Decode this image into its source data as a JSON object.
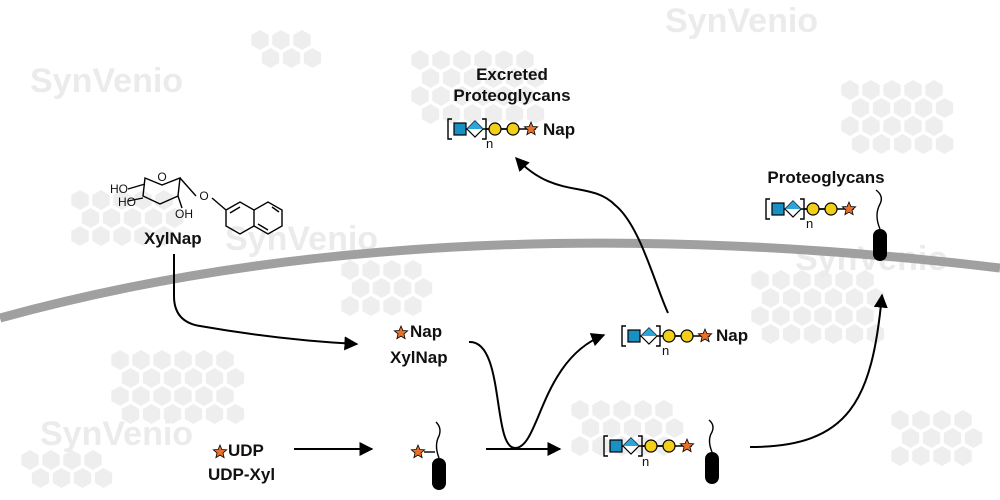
{
  "watermark": "SynVenio",
  "labels": {
    "excreted_line1": "Excreted",
    "excreted_line2": "Proteoglycans",
    "proteoglycans": "Proteoglycans",
    "xylnap_outside": "XylNap",
    "xylnap_inside": "XylNap",
    "udp_xyl": "UDP-Xyl",
    "nap": "Nap",
    "udp": "UDP",
    "repeat_n": "n"
  },
  "chemistry": {
    "ho": "HO",
    "oh": "OH",
    "o": "O"
  },
  "colors": {
    "membrane": "#a0a0a0",
    "glcnac_square": "#1a8fc1",
    "glca_diamond": "#2ea4d9",
    "galactose_circle": "#f4cf1a",
    "xylose_star": "#e8702a",
    "core_protein": "#000000",
    "hexagon_pattern": "#eeeeee"
  }
}
